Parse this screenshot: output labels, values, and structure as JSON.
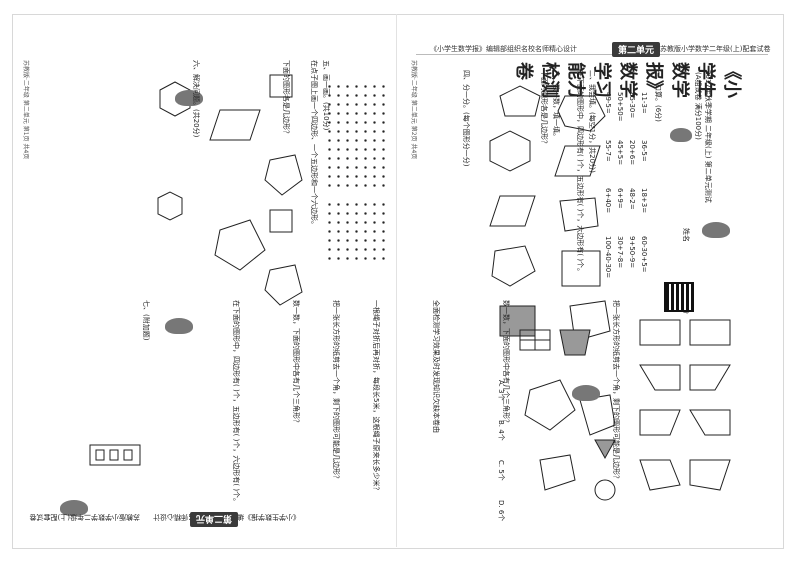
{
  "header": {
    "unit_top": "第二单元",
    "unit_bottom": "第二单元",
    "publisher_top": "《小学生数学报》编辑部组织名校名师精心设计",
    "publisher_bottom": "《小学生数学报》编辑部组织名校名师精心设计",
    "edition_top": "苏教版小学数学二年级(上)配套试卷",
    "edition_bottom": "苏教版小学数学二年级(上)配套试卷",
    "exam_title": "《小学生数学报》数学学习能力检测卷",
    "exam_sub": "2017年秋季学期 二年级(上) 第二单元测试",
    "form_label": "(A组试卷 满分100分)",
    "name_label": "姓名",
    "score_label": "得分"
  },
  "questions": {
    "q1": "一、口算。(6分)",
    "q2": "二、我会填。(每空1分，共20分)",
    "q3": "三、数一数，填一填。",
    "q4": "四、分一分。(每个图形分一分)",
    "q5": "五、画一画。(共10分)",
    "q6": "六、解决问题。(共20分)",
    "q7": "七、(附加题)",
    "q_poly": "在下面的图形中，四边形有( )个，五边形有( )个，六边形有( )个。",
    "q_draw": "在点子图上画一个四边形、一个五边形和一个六边形。",
    "q_fill": "下面的图形各是几边形？",
    "q_cut": "把一张长方形的纸剪去一个角，剩下的图形可能是几边形？",
    "q_count": "数一数，下面的图形中各有几个三角形？",
    "q_story": "一根绳子对折后再对折，每段长5米，这根绳子原来长多少米？",
    "bottom_note": "全面检测学习效果及时发现知识欠缺本卷由"
  },
  "labels": {
    "triangle": "三角形",
    "quadrilateral": "四边形",
    "pentagon": "五边形",
    "hexagon": "六边形",
    "blank": "(    )",
    "options_a": "A. 3个",
    "options_b": "B. 4个",
    "options_c": "C. 5个",
    "options_d": "D. 6个"
  },
  "arith": [
    "11-3=",
    "36-5=",
    "18+3=",
    "60-30+5=",
    "85-30=",
    "20+6=",
    "48-2=",
    "9+50-9=",
    "50+50=",
    "45+5=",
    "6+9=",
    "30+7-8=",
    "49-5=",
    "55-7=",
    "6+40=",
    "100-40-30="
  ],
  "footer": {
    "left_code": "苏教版·二年级 第二单元 第1页 共4页",
    "right_code": "苏教版·二年级 第二单元 第2页 共4页"
  }
}
